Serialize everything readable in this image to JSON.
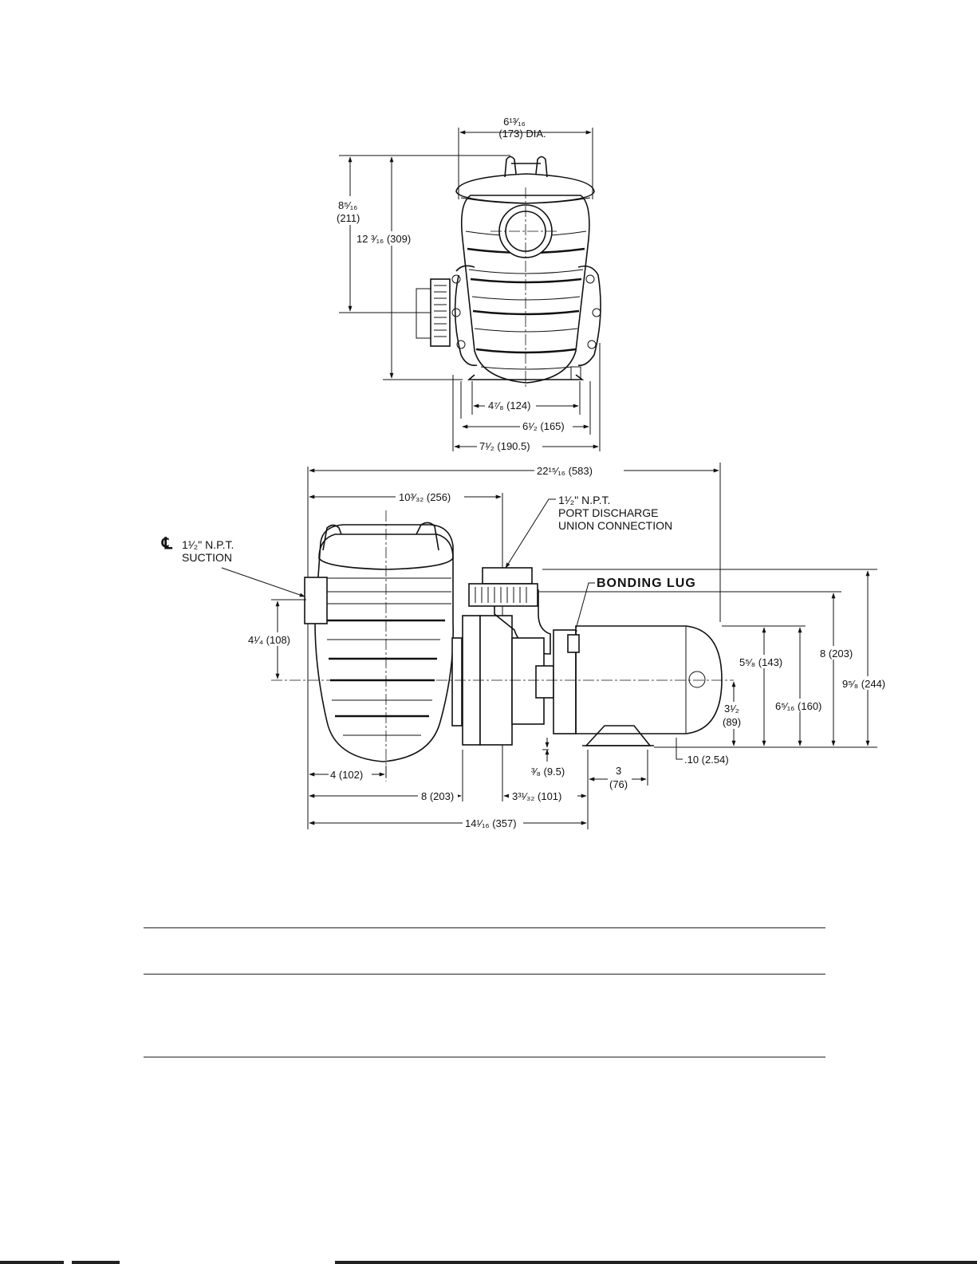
{
  "top_view": {
    "diameter": "6¹³⁄₁₆",
    "diameter_mm": "(173) DIA.",
    "height_a": "8⁵⁄₁₆",
    "height_a_mm": "(211)",
    "height_b": "12 ³⁄₁₆ (309)",
    "width_a": "4⁷⁄₈ (124)",
    "width_b": "6¹⁄₂ (165)",
    "width_c": "7¹⁄₂ (190.5)"
  },
  "side_view": {
    "overall_length": "22¹⁵⁄₁₆ (583)",
    "to_discharge": "10³⁄₃₂ (256)",
    "discharge_line1": "1¹⁄₂\" N.P.T.",
    "discharge_line2": "PORT DISCHARGE",
    "discharge_line3": "UNION CONNECTION",
    "cl_symbol": "℄",
    "suction_line1": "1¹⁄₂\" N.P.T.",
    "suction_line2": "SUCTION",
    "bonding_lug": "BONDING LUG",
    "suction_height": "4¹⁄₄ (108)",
    "motor_height": "5⁵⁄₈ (143)",
    "height_8": "8 (203)",
    "height_total": "9⁵⁄₈ (244)",
    "height_6": "6⁵⁄₁₆ (160)",
    "shaft_height": "3¹⁄₂",
    "shaft_height_mm": "(89)",
    "offset_38": "³⁄₈ (9.5)",
    "foot_width": "3",
    "foot_width_mm": "(76)",
    "foot_gap": ".10 (2.54)",
    "to_cl": "4 (102)",
    "to_flange": "8 (203)",
    "flange_to_foot": "3³¹⁄₃₂ (101)",
    "base_length": "14¹⁄₁₆ (357)"
  }
}
